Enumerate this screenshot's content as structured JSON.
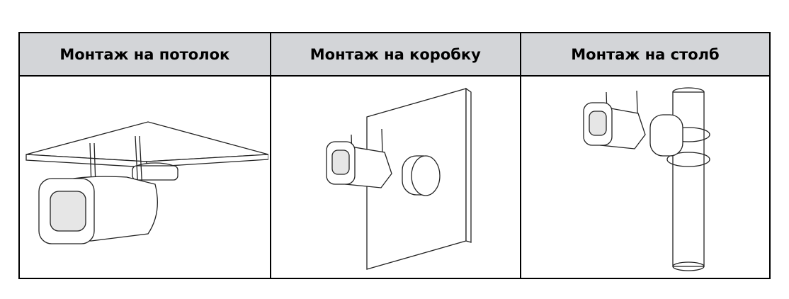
{
  "table": {
    "headers": [
      "Монтаж на потолок",
      "Монтаж на коробку",
      "Монтаж на столб"
    ],
    "illustrations": [
      "ceiling-mount-illustration",
      "junction-box-mount-illustration",
      "pole-mount-illustration"
    ]
  }
}
